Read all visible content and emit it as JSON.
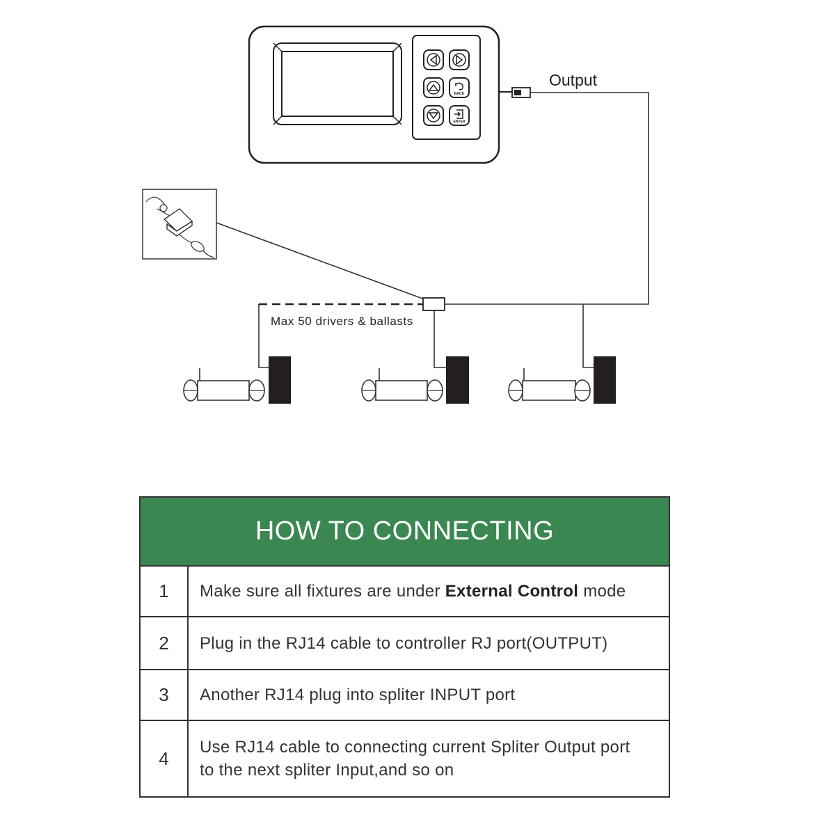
{
  "diagram": {
    "output_label": "Output",
    "max_label": "Max 50 drivers & ballasts",
    "button_labels": {
      "back": "BACK",
      "enter": "ENTER"
    }
  },
  "table": {
    "title": "HOW TO CONNECTING",
    "rows": [
      {
        "num": "1",
        "text_before": "Make sure all fixtures are under ",
        "text_bold": "External Control",
        "text_after": " mode"
      },
      {
        "num": "2",
        "text": "Plug in the RJ14 cable to controller RJ port(OUTPUT)"
      },
      {
        "num": "3",
        "text": "Another RJ14 plug into spliter INPUT port"
      },
      {
        "num": "4",
        "text_line1": "Use RJ14 cable to connecting current Spliter Output port",
        "text_line2": "to the next spliter Input,and so on"
      }
    ]
  }
}
